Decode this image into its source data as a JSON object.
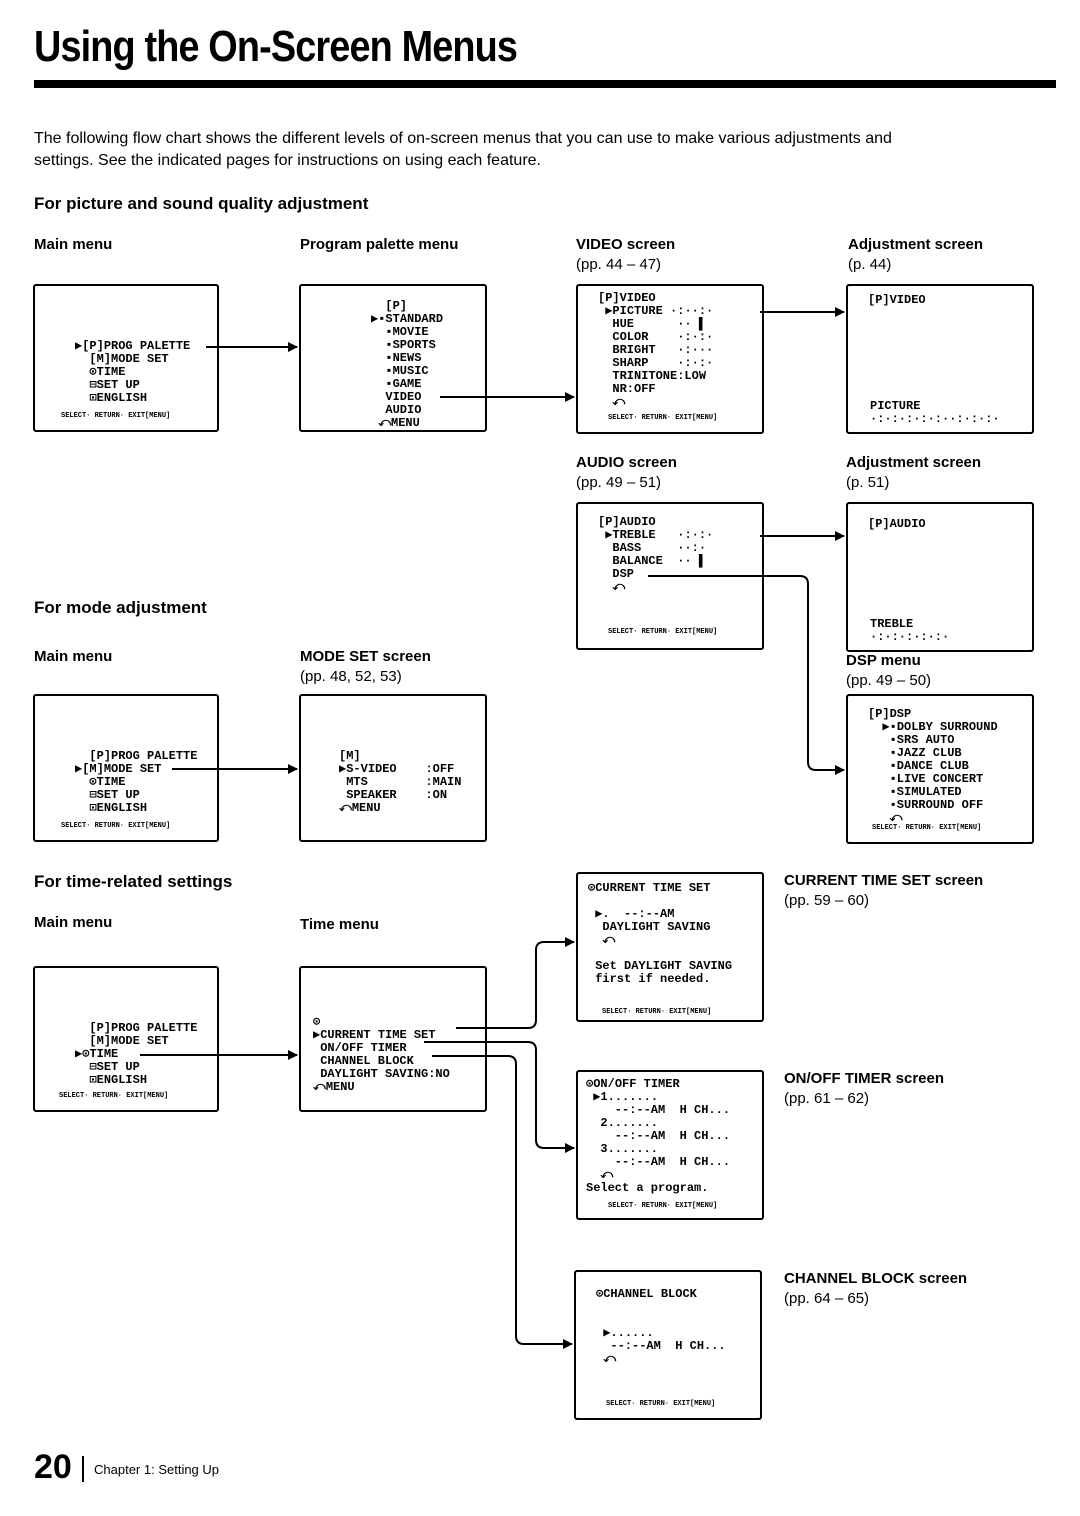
{
  "title": "Using the On-Screen Menus",
  "intro": "The following flow chart shows the different levels of on-screen menus that you can use to make various adjustments and settings. See the indicated pages for instructions on using each feature.",
  "section_picture": "For picture and sound quality adjustment",
  "section_mode": "For mode adjustment",
  "section_time": "For time-related settings",
  "label_main_menu": "Main menu",
  "label_program_palette": "Program palette menu",
  "label_video_screen": "VIDEO screen",
  "pages_video": "(pp. 44 – 47)",
  "label_adjustment": "Adjustment screen",
  "pages_adj_video": "(p. 44)",
  "label_audio_screen": "AUDIO screen",
  "pages_audio": "(pp. 49 – 51)",
  "pages_adj_audio": "(p. 51)",
  "label_dsp_menu": "DSP menu",
  "pages_dsp": "(pp. 49 – 50)",
  "label_mode_set": "MODE SET screen",
  "pages_mode_set": "(pp. 48, 52, 53)",
  "label_time_menu": "Time menu",
  "label_current_time": "CURRENT TIME SET screen",
  "pages_current_time": "(pp. 59 – 60)",
  "label_onoff_timer": "ON/OFF TIMER screen",
  "pages_onoff_timer": "(pp. 61 – 62)",
  "label_channel_block": "CHANNEL BLOCK screen",
  "pages_channel_block": "(pp. 64 – 65)",
  "osd_bar": "SELECT· RETURN· EXIT[MENU]",
  "osd": {
    "main1": "▶[P]PROG PALETTE\n  [M]MODE SET\n  ⊙TIME\n  ⊟SET UP\n  ⊡ENGLISH",
    "main2": "  [P]PROG PALETTE\n▶[M]MODE SET\n  ⊙TIME\n  ⊟SET UP\n  ⊡ENGLISH",
    "main3": "  [P]PROG PALETTE\n  [M]MODE SET\n▶⊙TIME\n  ⊟SET UP\n  ⊡ENGLISH",
    "palette": "  [P]\n▶▪STANDARD\n  ▪MOVIE\n  ▪SPORTS\n  ▪NEWS\n  ▪MUSIC\n  ▪GAME\n  VIDEO\n  AUDIO\n ⤺MENU",
    "video": "[P]VIDEO\n ▶PICTURE ·:··:·\n  HUE      ·· ▌\n  COLOR    ·:·:·\n  BRIGHT   ·:···\n  SHARP    ·:·:·\n  TRINITONE:LOW\n  NR:OFF\n  ⤺",
    "adj_video_head": "[P]VIDEO",
    "adj_video_foot": "PICTURE\n·:·:·:·:·:··:·:·:·",
    "audio": "[P]AUDIO\n ▶TREBLE   ·:·:·\n  BASS     ··:·\n  BALANCE  ·· ▌\n  DSP\n  ⤺",
    "adj_audio_head": "[P]AUDIO",
    "adj_audio_foot": "TREBLE\n·:·:·:·:·:·",
    "dsp": "[P]DSP\n  ▶▪DOLBY SURROUND\n   ▪SRS AUTO\n   ▪JAZZ CLUB\n   ▪DANCE CLUB\n   ▪LIVE CONCERT\n   ▪SIMULATED\n   ▪SURROUND OFF\n   ⤺",
    "mode_set": "[M]\n▶S-VIDEO    :OFF\n MTS        :MAIN\n SPEAKER    :ON\n⤺MENU",
    "time_menu": "⊙\n▶CURRENT TIME SET\n ON/OFF TIMER\n CHANNEL BLOCK\n DAYLIGHT SAVING:NO\n⤺MENU",
    "current_time": "⊙CURRENT TIME SET\n\n ▶.  --:--AM\n  DAYLIGHT SAVING\n  ⤺\n\n Set DAYLIGHT SAVING\n first if needed.",
    "onoff": "⊙ON/OFF TIMER\n ▶1.......\n    --:--AM  H CH...\n  2.......\n    --:--AM  H CH...\n  3.......\n    --:--AM  H CH...\n  ⤺\nSelect a program.",
    "channel_block": "⊙CHANNEL BLOCK\n\n\n ▶......\n  --:--AM  H CH...\n ⤺"
  },
  "page_number": "20",
  "chapter": "Chapter 1: Setting Up"
}
